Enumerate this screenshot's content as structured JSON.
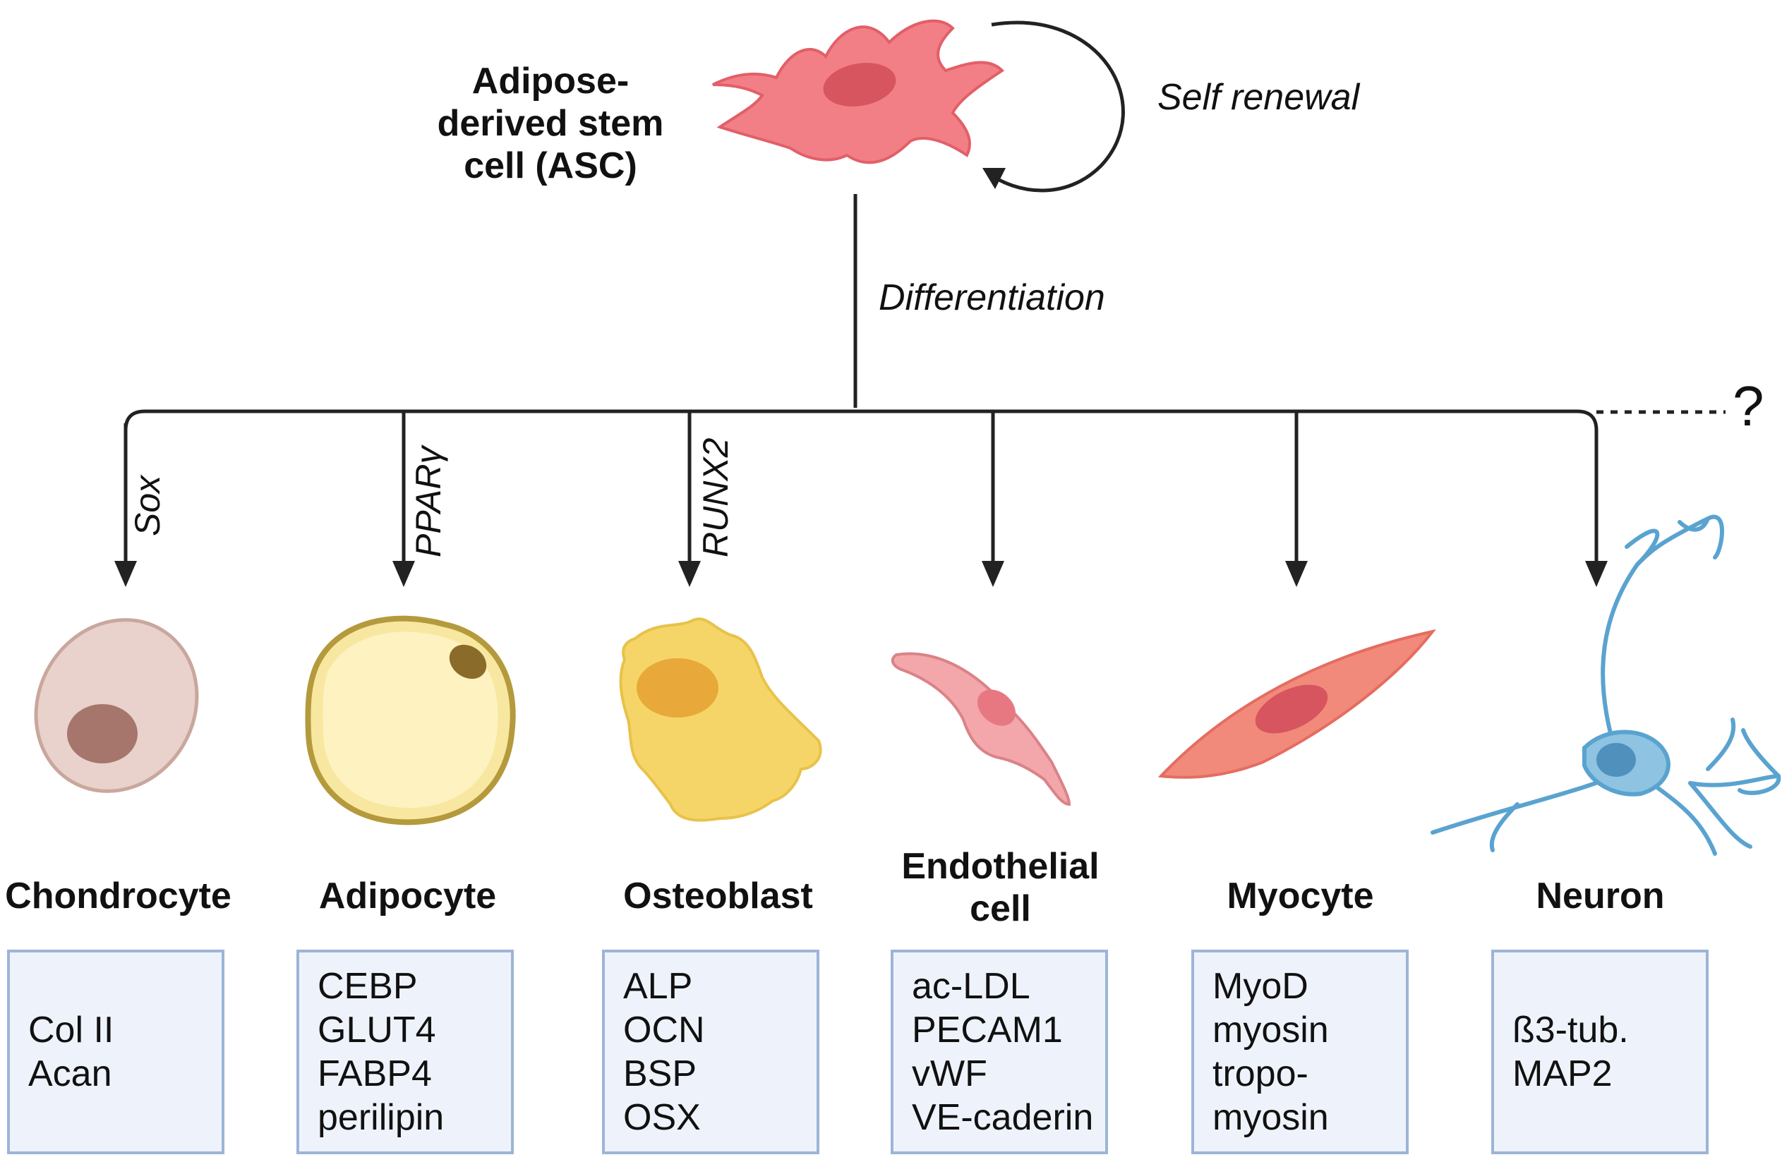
{
  "stem_cell": {
    "label_lines": [
      "Adipose-",
      "derived stem",
      "cell (ASC)"
    ],
    "self_renewal": "Self renewal",
    "differentiation": "Differentiation"
  },
  "unknown_branch": "?",
  "branches": [
    {
      "id": "chondrocyte",
      "tf": "Sox",
      "name_lines": [
        "Chondrocyte"
      ],
      "markers": [
        "Col II",
        "Acan"
      ]
    },
    {
      "id": "adipocyte",
      "tf": "PPARγ",
      "name_lines": [
        "Adipocyte"
      ],
      "markers": [
        "CEBP",
        "GLUT4",
        "FABP4",
        "perilipin"
      ]
    },
    {
      "id": "osteoblast",
      "tf": "RUNX2",
      "name_lines": [
        "Osteoblast"
      ],
      "markers": [
        "ALP",
        "OCN",
        "BSP",
        "OSX"
      ]
    },
    {
      "id": "endothelial",
      "tf": "",
      "name_lines": [
        "Endothelial",
        "cell"
      ],
      "markers": [
        "ac-LDL",
        "PECAM1",
        "vWF",
        "VE-caderin"
      ]
    },
    {
      "id": "myocyte",
      "tf": "",
      "name_lines": [
        "Myocyte"
      ],
      "markers": [
        "MyoD",
        "myosin",
        "tropo-",
        "myosin"
      ]
    },
    {
      "id": "neuron",
      "tf": "",
      "name_lines": [
        "Neuron"
      ],
      "markers": [
        "ß3-tub.",
        "MAP2"
      ]
    }
  ],
  "colors": {
    "line": "#222222",
    "asc": "#f27f86",
    "chondrocyte": "#e8d2cb",
    "adipocyte": "#f8e7a0",
    "osteoblast": "#f6d568",
    "endothelial": "#f4a7ab",
    "myocyte": "#f28a7c",
    "neuron": "#8ec3e2",
    "marker_box_fill": "#eef3fb",
    "marker_box_border": "#9eb4d8"
  }
}
